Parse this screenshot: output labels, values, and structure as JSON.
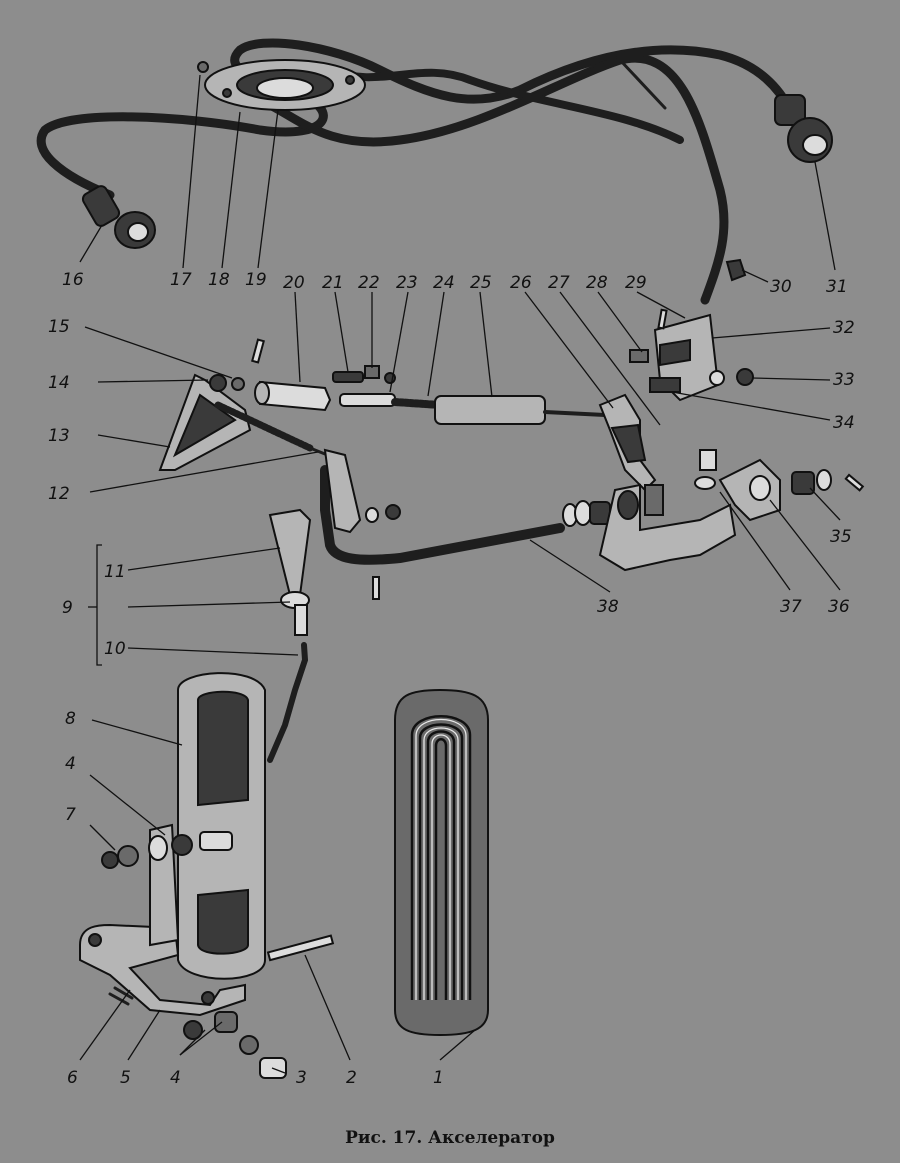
{
  "caption": "Рис. 17. Акселератор",
  "labels": {
    "n1": "1",
    "n2": "2",
    "n3": "3",
    "n4a": "4",
    "n4b": "4",
    "n5": "5",
    "n6": "6",
    "n7": "7",
    "n8": "8",
    "n9": "9",
    "n10": "10",
    "n11": "11",
    "n12": "12",
    "n13": "13",
    "n14": "14",
    "n15": "15",
    "n16": "16",
    "n17": "17",
    "n18": "18",
    "n19": "19",
    "n20": "20",
    "n21": "21",
    "n22": "22",
    "n23": "23",
    "n24": "24",
    "n25": "25",
    "n26": "26",
    "n27": "27",
    "n28": "28",
    "n29": "29",
    "n30": "30",
    "n31": "31",
    "n32": "32",
    "n33": "33",
    "n34": "34",
    "n35": "35",
    "n36": "36",
    "n37": "37",
    "n38": "38"
  }
}
